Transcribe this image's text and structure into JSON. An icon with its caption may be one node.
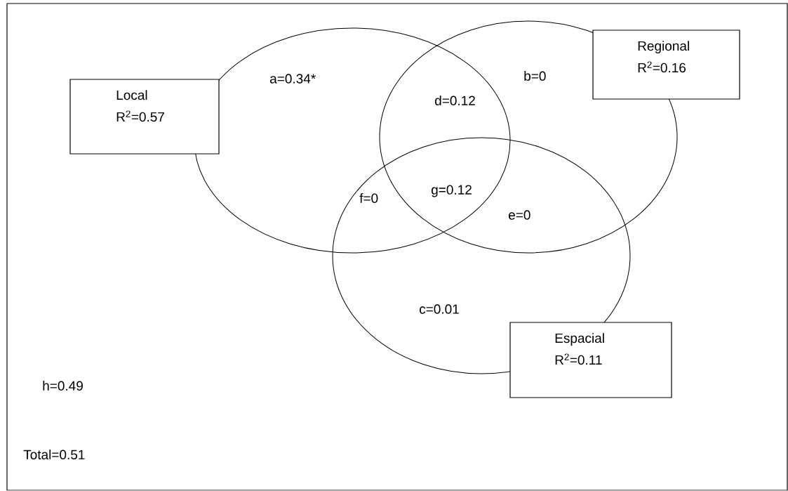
{
  "diagram": {
    "nodes": [
      {
        "text": [],
        "shape": "ellipse"
      },
      {
        "text": [],
        "shape": "ellipse"
      },
      {
        "text": [],
        "shape": "ellipse"
      },
      {
        "text": [
          "Local",
          "R$^{2}$=0.57"
        ]
      },
      {
        "text": [
          "Regional",
          "R$^{2}$=0.16"
        ]
      },
      {
        "text": [
          "Espacial",
          "R$^{2}$=0.11"
        ]
      }
    ],
    "labels": [
      "a=0.34*",
      "b=0",
      "d=0.12",
      "f=0",
      "g=0.12",
      "e=0",
      "c=0.01",
      "h=0.49",
      "Total=0.51"
    ]
  }
}
